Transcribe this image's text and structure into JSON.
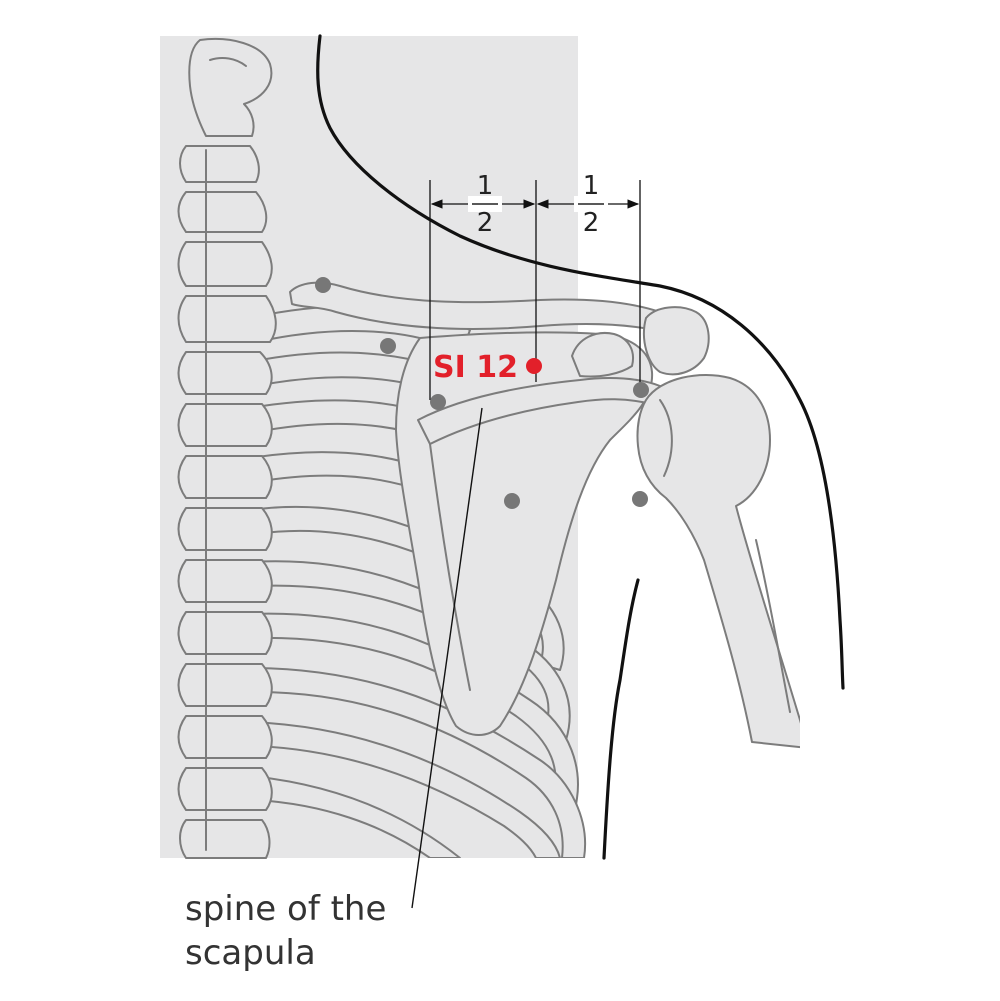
{
  "colors": {
    "highlight": "#e2202a",
    "point": "#777777",
    "bone_fill": "#e6e6e7",
    "bone_outline": "#7c7c7c",
    "contour": "#111111"
  },
  "measure": {
    "left_half": {
      "numerator": "1",
      "denominator": "2"
    },
    "right_half": {
      "numerator": "1",
      "denominator": "2"
    }
  },
  "acupoint": {
    "label": "SI 12"
  },
  "annotation": {
    "line1": "spine of the",
    "line2": "scapula"
  },
  "other_points_count": 6
}
